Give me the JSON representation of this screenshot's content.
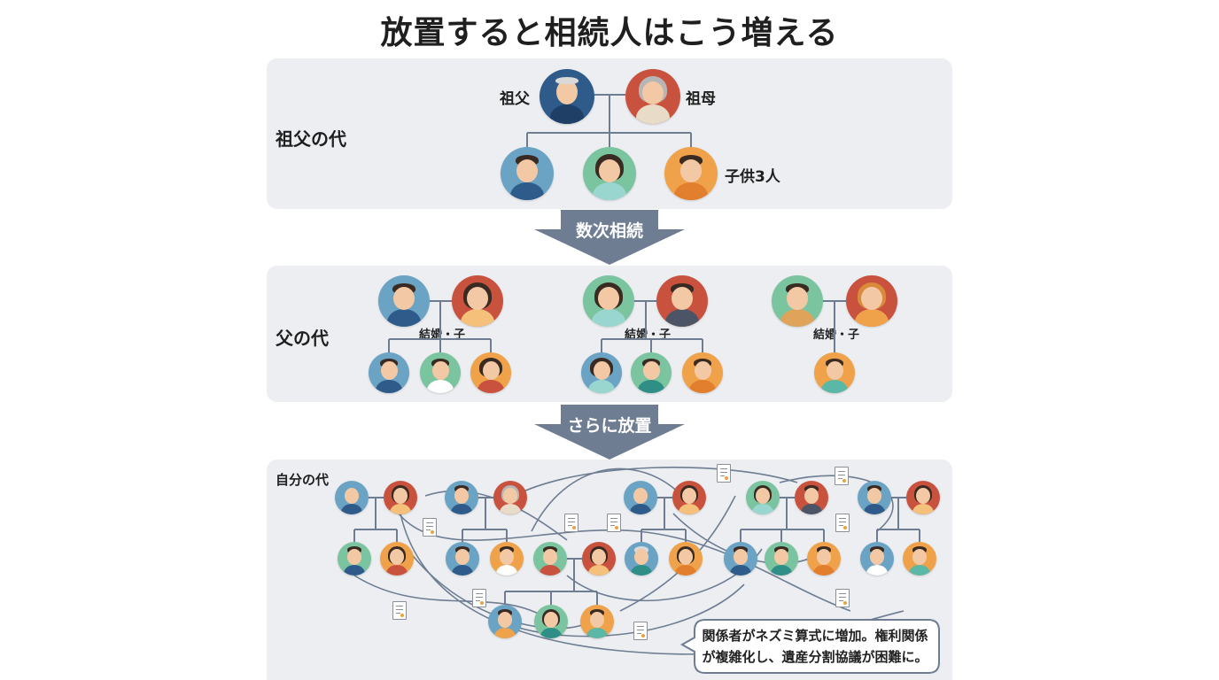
{
  "title": "放置すると相続人はこう増える",
  "colors": {
    "panel": "#eceef2",
    "line": "#6e7d92",
    "arrow": "#6e7d92",
    "blue": "#2f5b8a",
    "red": "#c9523e",
    "teal": "#6aa3c4",
    "green": "#7bc4a0",
    "orange": "#f0a24a"
  },
  "sections": {
    "grandparents": {
      "label": "祖父の代",
      "grandfather_label": "祖父",
      "grandmother_label": "祖母",
      "children_label": "子供3人"
    },
    "arrow1": {
      "label": "数次相続"
    },
    "parents": {
      "label": "父の代",
      "family_label": "結婚・子"
    },
    "arrow2": {
      "label": "さらに放置"
    },
    "self": {
      "label": "自分の代",
      "callout_line1": "関係者がネズミ算式に増加。権利関係",
      "callout_line2": "が複雑化し、遺産分割協議が困難に。"
    }
  }
}
